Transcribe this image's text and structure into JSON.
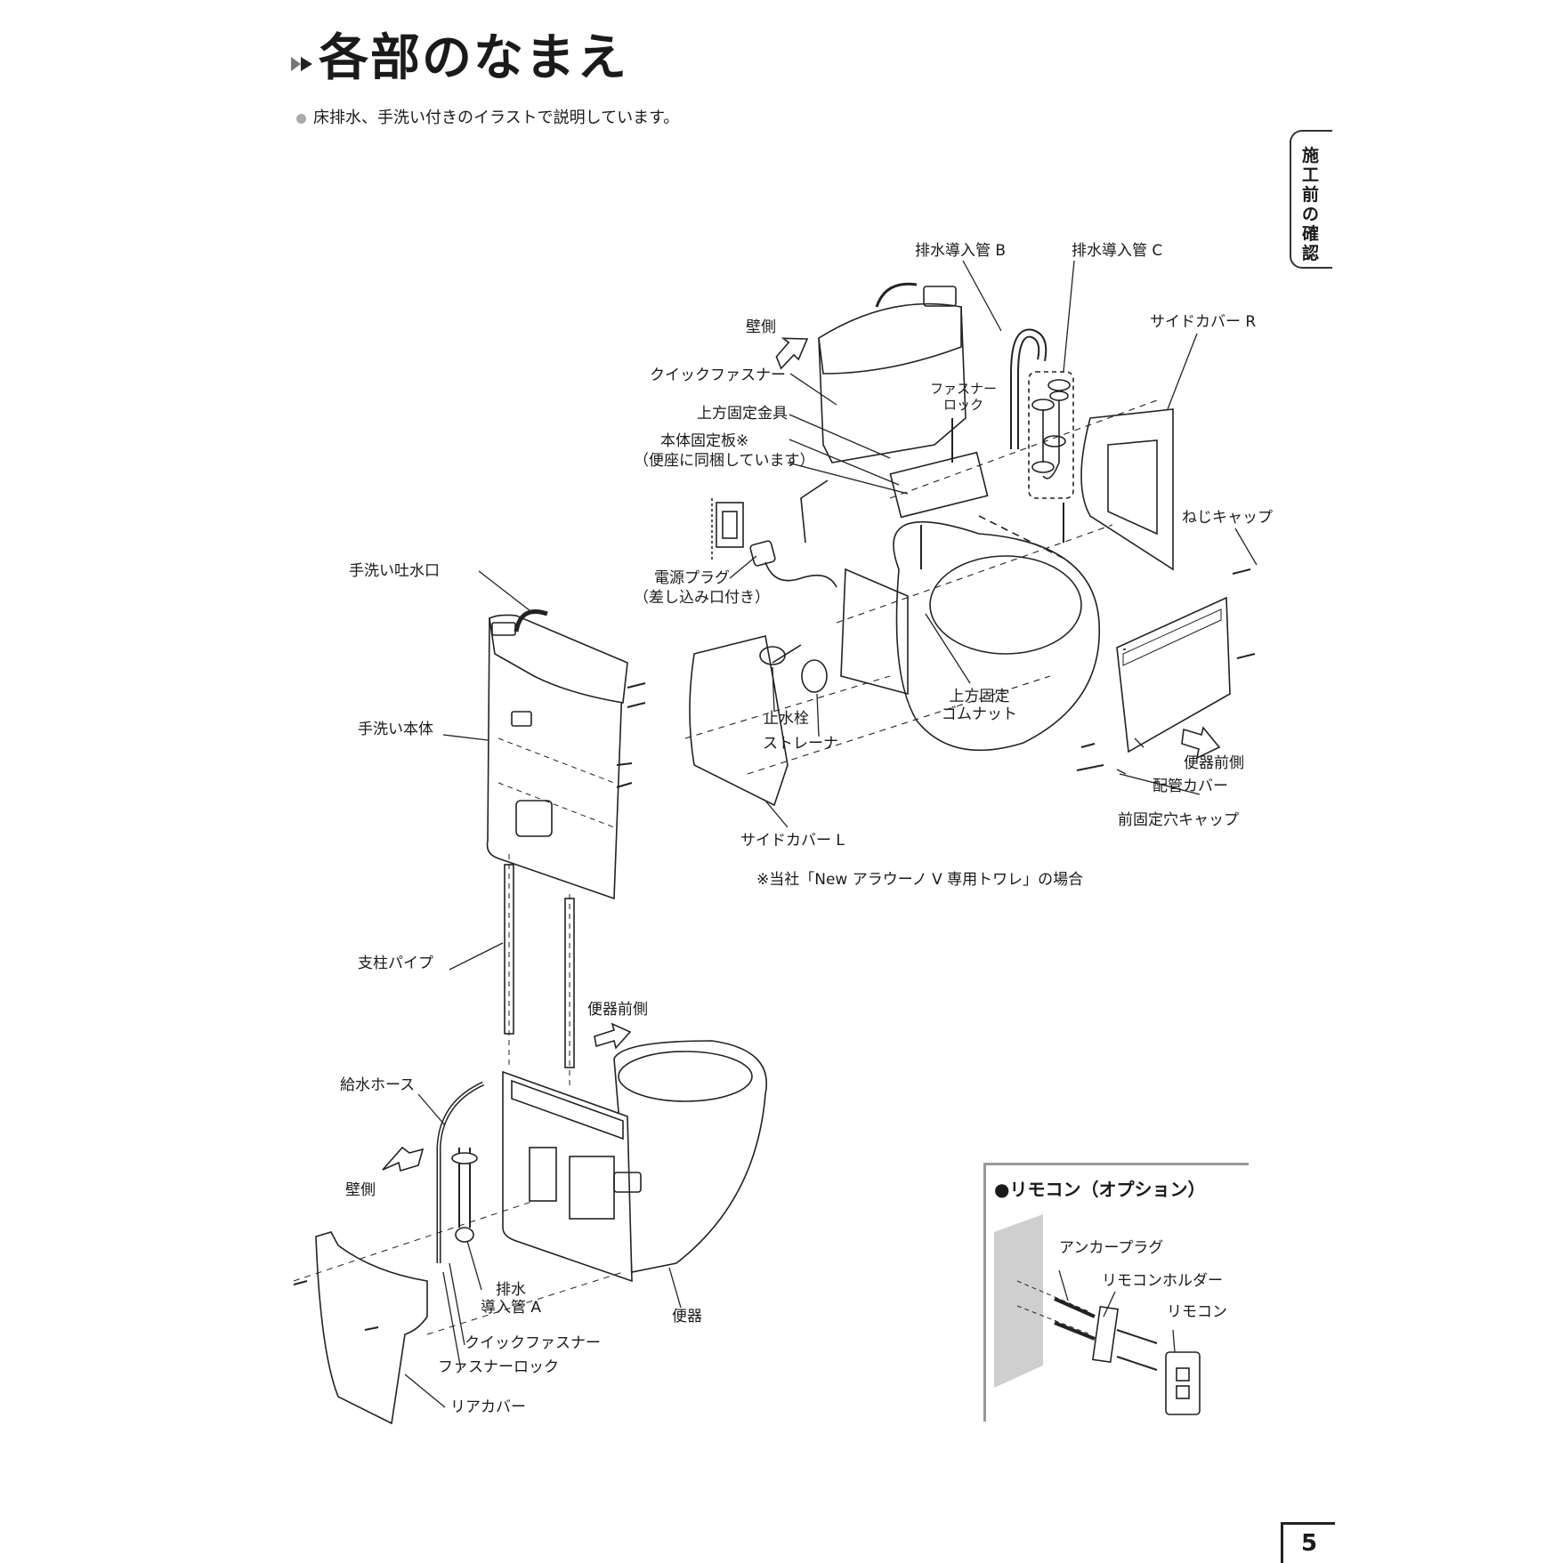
{
  "title": "各部のなまえ",
  "note": "床排水、手洗い付きのイラストで説明しています。",
  "side_tab": "施工前の確認",
  "page_number": "5",
  "upper_labels": {
    "drain_pipe_b": "排水導入管 B",
    "drain_pipe_c": "排水導入管 C",
    "wall_side": "壁側",
    "side_cover_r": "サイドカバー R",
    "quick_fastener": "クイックファスナー",
    "fastener_lock_1": "ファスナー",
    "fastener_lock_2": "ロック",
    "upper_bracket": "上方固定金具",
    "body_fix_plate": "本体固定板※",
    "body_fix_plate_note": "（便座に同梱しています）",
    "screw_cap": "ねじキャップ",
    "power_plug": "電源プラグ",
    "power_plug_note": "（差し込み口付き）",
    "upper_rubber_nut_1": "上方固定",
    "upper_rubber_nut_2": "ゴムナット",
    "stop_valve": "止水栓",
    "strainer": "ストレーナ",
    "front_side": "便器前側",
    "pipe_cover": "配管カバー",
    "front_hole_cap": "前固定穴キャップ",
    "side_cover_l": "サイドカバー L",
    "footnote": "※当社「New アラウーノ V 専用トワレ」の場合"
  },
  "lower_labels": {
    "hand_wash_spout": "手洗い吐水口",
    "hand_wash_body": "手洗い本体",
    "support_pipe": "支柱パイプ",
    "front_side": "便器前側",
    "water_hose": "給水ホース",
    "wall_side": "壁側",
    "drain_pipe_a_1": "排水",
    "drain_pipe_a_2": "導入管 A",
    "toilet": "便器",
    "quick_fastener": "クイックファスナー",
    "fastener_lock": "ファスナーロック",
    "rear_cover": "リアカバー"
  },
  "remote": {
    "title": "●リモコン（オプション）",
    "anchor_plug": "アンカープラグ",
    "holder": "リモコンホルダー",
    "remote": "リモコン"
  }
}
